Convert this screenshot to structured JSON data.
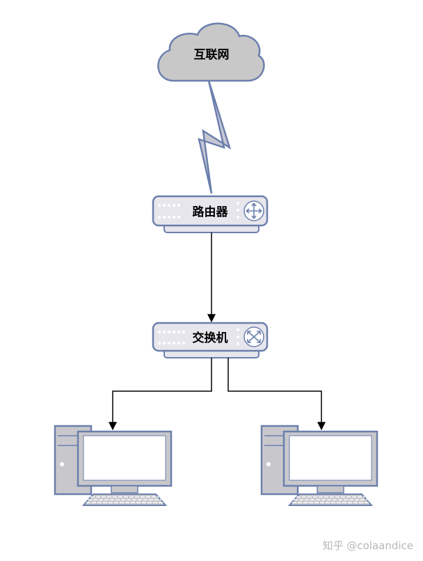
{
  "nodes": {
    "internet": {
      "label": "互联网"
    },
    "router": {
      "label": "路由器"
    },
    "switch": {
      "label": "交换机"
    }
  },
  "watermark": "知乎 @colaandice",
  "colors": {
    "outline": "#6b7fad",
    "device_fill": "#e6e6ec",
    "cloud_fill": "#c8c8c8",
    "screen_fill": "#ffffff",
    "connector": "#000000"
  }
}
